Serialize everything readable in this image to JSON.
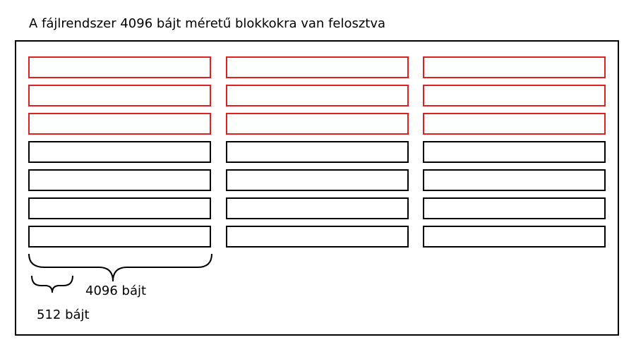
{
  "title": "A fájlrendszer 4096 bájt méretű blokkokra van felosztva",
  "grid": {
    "columns": 3,
    "rows": 7,
    "used_rows_per_column": 3
  },
  "colors": {
    "used_block": "#e02020",
    "free_block": "#000000"
  },
  "labels": {
    "block_size": "4096 bájt",
    "sector_size": "512 bájt"
  }
}
